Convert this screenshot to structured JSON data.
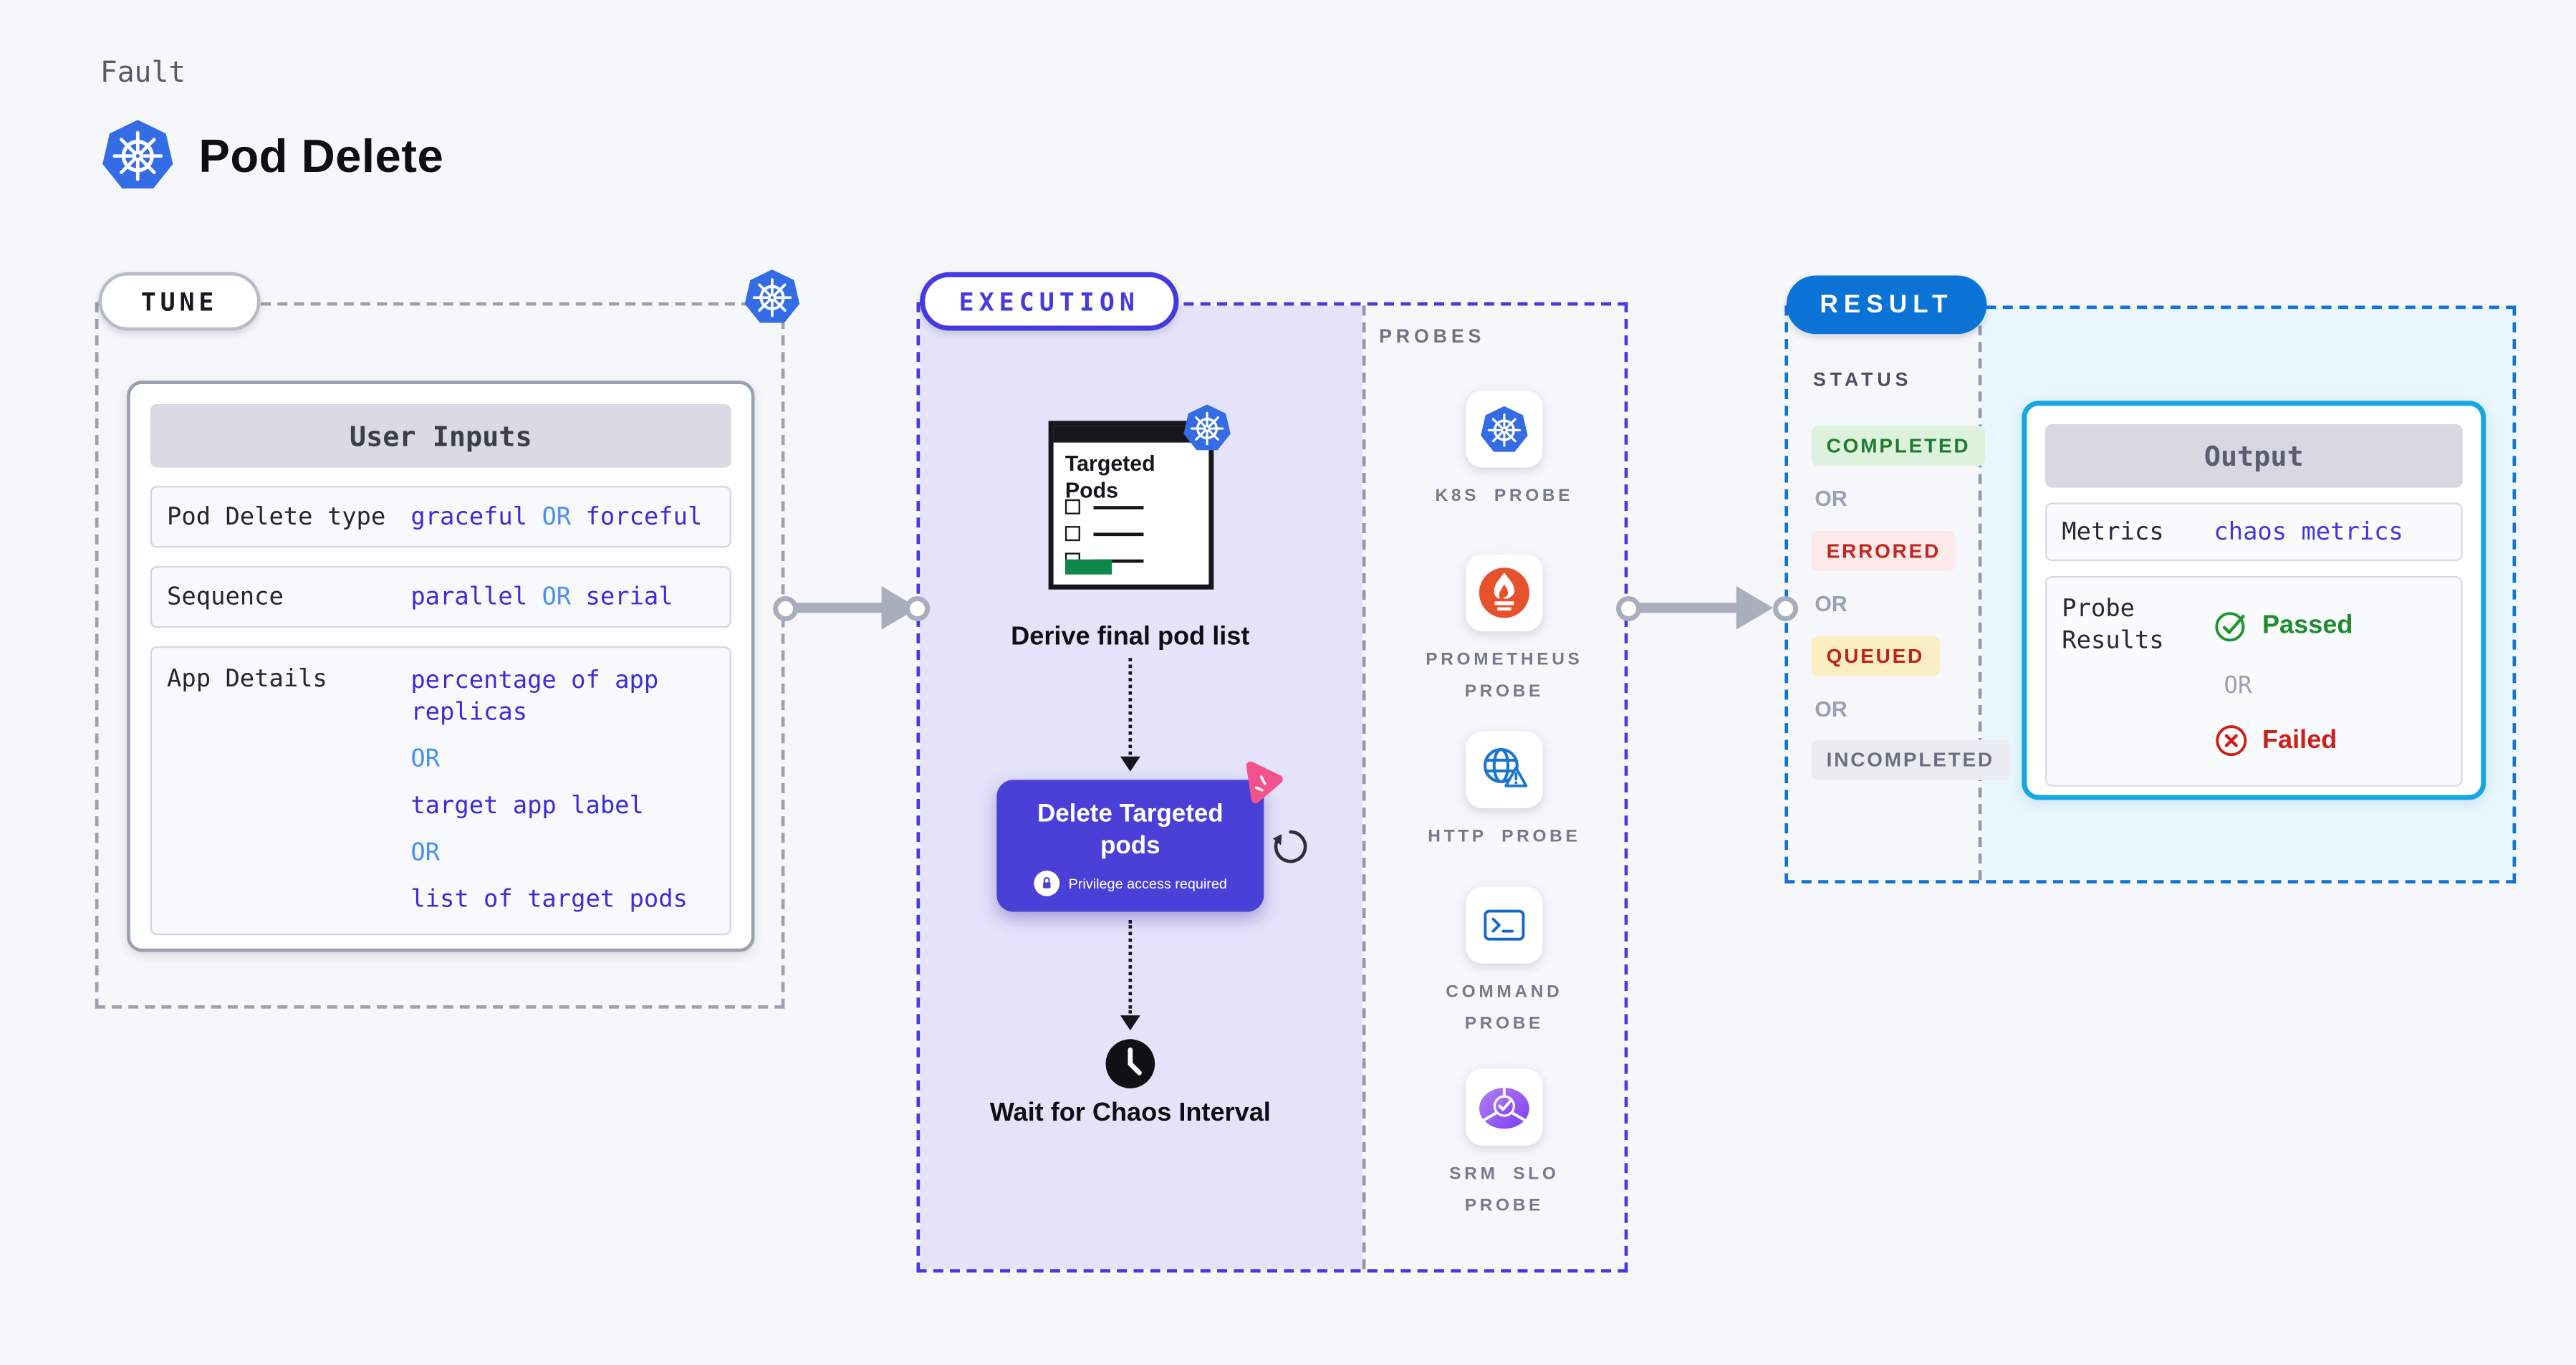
{
  "header": {
    "eyebrow": "Fault",
    "title": "Pod Delete",
    "logo_icon": "kubernetes-icon"
  },
  "tune": {
    "pill": "TUNE",
    "corner_icon": "kubernetes-icon",
    "card_header": "User Inputs",
    "rows": {
      "pod_delete_type": {
        "label": "Pod Delete type",
        "value1": "graceful",
        "or": "OR",
        "value2": "forceful"
      },
      "sequence": {
        "label": "Sequence",
        "value1": "parallel",
        "or": "OR",
        "value2": "serial"
      },
      "app_details": {
        "label": "App Details",
        "value1": "percentage of app replicas",
        "or1": "OR",
        "value2": "target app label",
        "or2": "OR",
        "value3": "list of target pods"
      }
    }
  },
  "execution": {
    "pill": "EXECUTION",
    "targeted_pods_window": {
      "title": "Targeted Pods",
      "badge_icon": "kubernetes-icon"
    },
    "step1_label": "Derive final pod list",
    "delete_step": {
      "title": "Delete Targeted pods",
      "badge": "Privilege access required",
      "badge_icon": "lock-icon",
      "corner_icon": "chaos-icon",
      "side_icon": "retry-loop-icon"
    },
    "wait_step": {
      "label": "Wait for Chaos Interval",
      "icon": "clock-icon"
    },
    "probes": {
      "header": "PROBES",
      "items": [
        {
          "label": "K8S PROBE",
          "icon": "kubernetes-icon"
        },
        {
          "label": "PROMETHEUS PROBE",
          "icon": "prometheus-icon"
        },
        {
          "label": "HTTP PROBE",
          "icon": "globe-alert-icon"
        },
        {
          "label": "COMMAND PROBE",
          "icon": "terminal-icon"
        },
        {
          "label": "SRM SLO PROBE",
          "icon": "slo-pie-check-icon"
        }
      ]
    }
  },
  "result": {
    "pill": "RESULT",
    "status": {
      "header": "STATUS",
      "separator": "OR",
      "options": [
        "COMPLETED",
        "ERRORED",
        "QUEUED",
        "INCOMPLETED"
      ]
    },
    "output": {
      "header": "Output",
      "metrics": {
        "label": "Metrics",
        "value": "chaos metrics"
      },
      "probe_results": {
        "label": "Probe Results",
        "passed": "Passed",
        "or": "OR",
        "failed": "Failed",
        "passed_icon": "check-circle-icon",
        "failed_icon": "x-circle-icon"
      }
    }
  },
  "colors": {
    "kubernetes_blue": "#336ce5",
    "execution_indigo": "#453ae0",
    "result_blue": "#0c73d6",
    "output_cyan_border": "#16a7e2",
    "value_blue": "#3e2bda",
    "or_blue": "#4a8ff2",
    "passed_green": "#1e8c2d",
    "failed_red": "#cc2019",
    "completed_green": "#1d7d2c",
    "errored_red": "#c3261f",
    "queued_red": "#bf2318",
    "prometheus_orange": "#e6522c",
    "chaos_pink": "#f2538c",
    "delete_step_purple": "#4a40d8",
    "lavender_fill": "#e4e3f9",
    "result_fill": "#e9f6fd"
  }
}
